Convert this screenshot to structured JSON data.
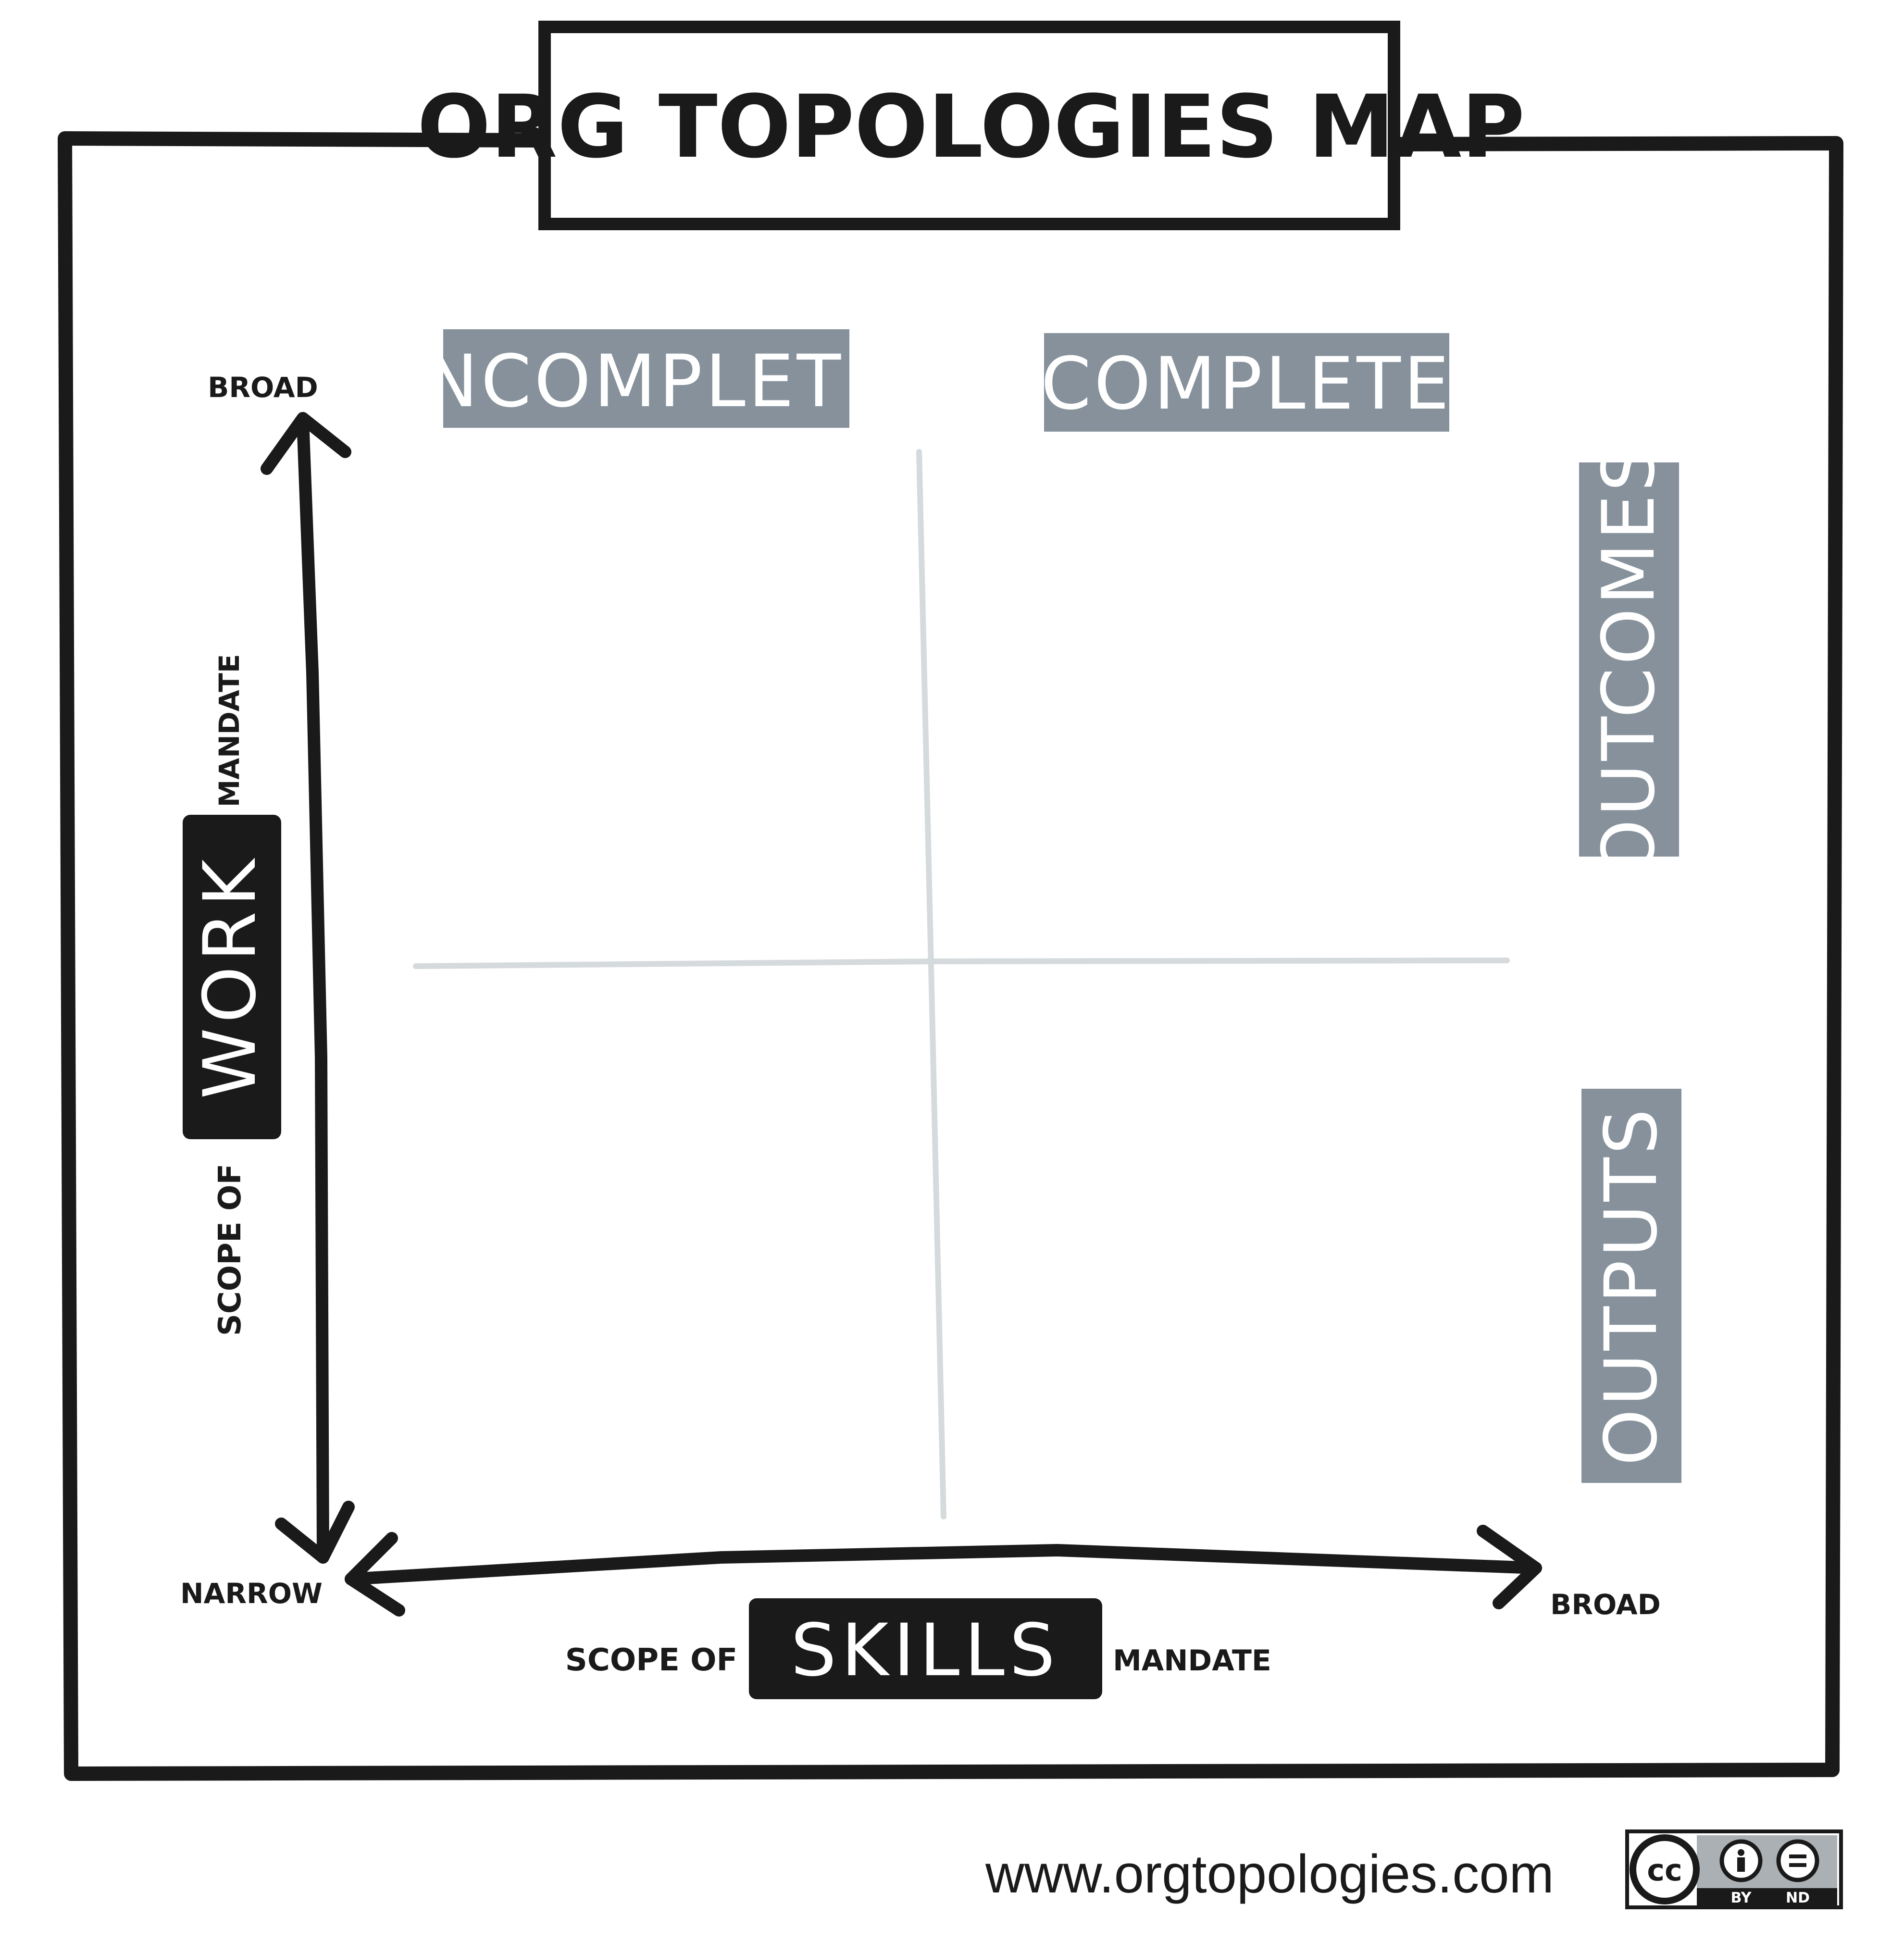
{
  "title": "ORG TOPOLOGIES MAP",
  "columns": {
    "left": "INCOMPLETE",
    "right": "COMPLETE"
  },
  "rows": {
    "top": "OUTCOMES",
    "bottom": "OUTPUTS"
  },
  "y_axis": {
    "top_end": "BROAD",
    "bottom_end": "NARROW",
    "label_prefix": "SCOPE OF",
    "label_keyword": "WORK",
    "label_suffix": "MANDATE"
  },
  "x_axis": {
    "right_end": "BROAD",
    "label_prefix": "SCOPE OF",
    "label_keyword": "SKILLS",
    "label_suffix": "MANDATE"
  },
  "footer": {
    "url": "www.orgtopologies.com",
    "license": {
      "cc": "cc",
      "by": "BY",
      "nd": "ND"
    }
  },
  "colors": {
    "ink": "#1a1a1a",
    "tag_gray": "#86919b",
    "grid_gray": "#d5dadd",
    "paper": "#ffffff"
  }
}
